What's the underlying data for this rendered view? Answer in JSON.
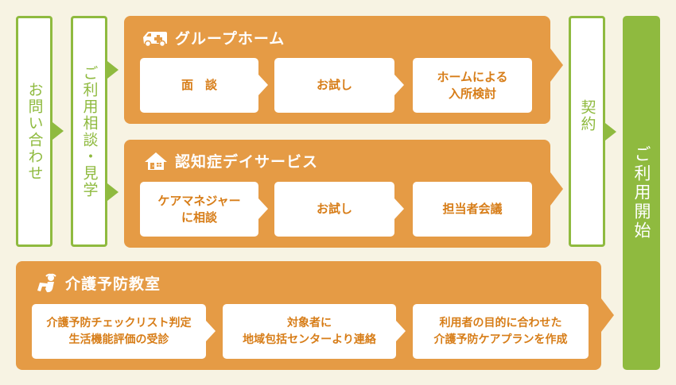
{
  "columns": {
    "inquiry": "お問い合わせ",
    "consult_visit": "ご利用相談・見学",
    "contract": "契約",
    "start": "ご利用開始"
  },
  "panels": {
    "group_home": {
      "icon": "ambulance-icon",
      "title": "グループホーム",
      "steps": [
        "面　談",
        "お試し",
        "ホームによる\n入所検討"
      ]
    },
    "dementia_day": {
      "icon": "house-icon",
      "title": "認知症デイサービス",
      "steps": [
        "ケアマネジャー\nに相談",
        "お試し",
        "担当者会議"
      ]
    },
    "prevention_class": {
      "icon": "exercise-person-icon",
      "title": "介護予防教室",
      "steps": [
        "介護予防チェックリスト判定\n生活機能評価の受診",
        "対象者に\n地域包括センターより連絡",
        "利用者の目的に合わせた\n介護予防ケアプランを作成"
      ]
    }
  },
  "colors": {
    "background": "#f7f3e3",
    "green": "#8fba3f",
    "orange": "#e59b45",
    "orange_text": "#d77d18"
  }
}
